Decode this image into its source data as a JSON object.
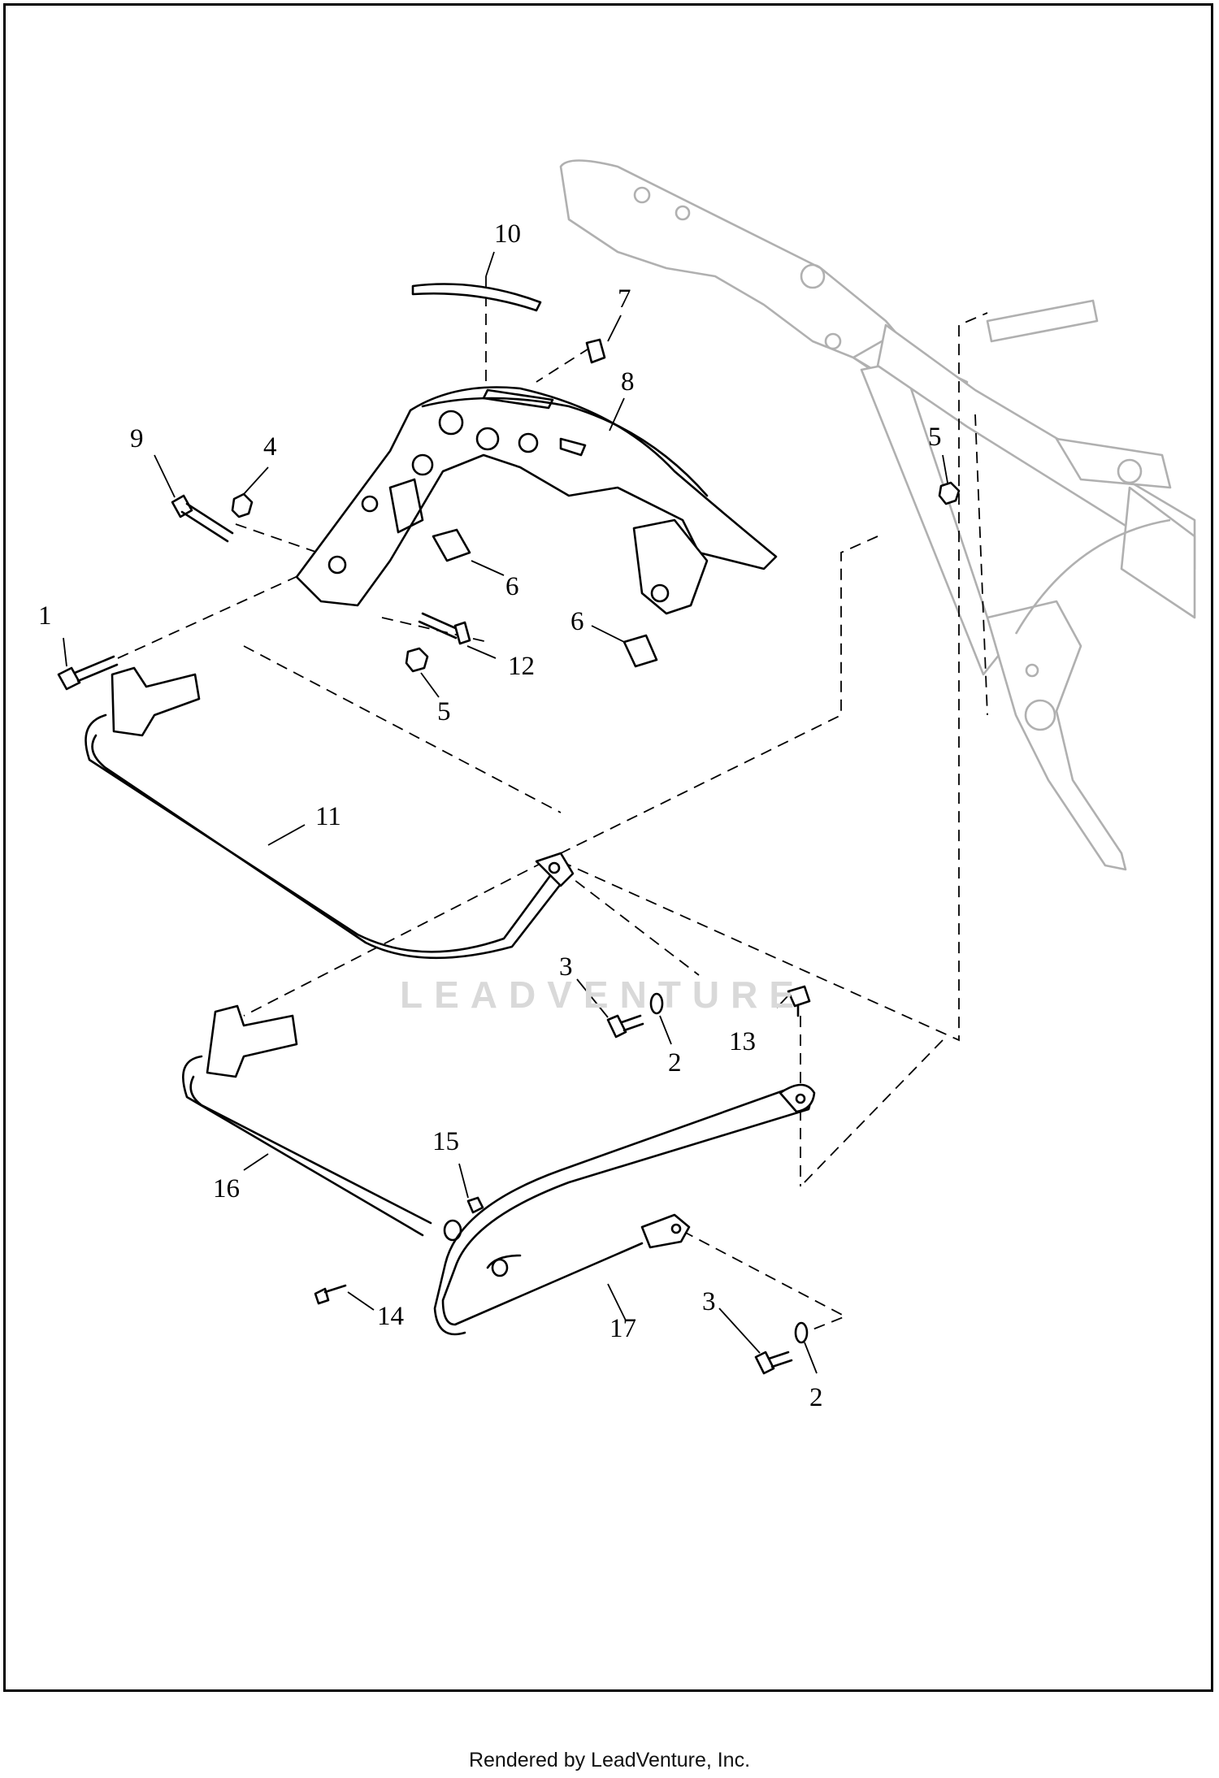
{
  "diagram": {
    "callouts": [
      {
        "id": "c1",
        "label": "1"
      },
      {
        "id": "c2a",
        "label": "2"
      },
      {
        "id": "c2b",
        "label": "2"
      },
      {
        "id": "c3a",
        "label": "3"
      },
      {
        "id": "c3b",
        "label": "3"
      },
      {
        "id": "c4",
        "label": "4"
      },
      {
        "id": "c5a",
        "label": "5"
      },
      {
        "id": "c5b",
        "label": "5"
      },
      {
        "id": "c6a",
        "label": "6"
      },
      {
        "id": "c6b",
        "label": "6"
      },
      {
        "id": "c7",
        "label": "7"
      },
      {
        "id": "c8",
        "label": "8"
      },
      {
        "id": "c9",
        "label": "9"
      },
      {
        "id": "c10",
        "label": "10"
      },
      {
        "id": "c11",
        "label": "11"
      },
      {
        "id": "c12",
        "label": "12"
      },
      {
        "id": "c13",
        "label": "13"
      },
      {
        "id": "c14",
        "label": "14"
      },
      {
        "id": "c15",
        "label": "15"
      },
      {
        "id": "c16",
        "label": "16"
      },
      {
        "id": "c17",
        "label": "17"
      }
    ],
    "watermark": "LEADVENTURE"
  },
  "footer": {
    "text": "Rendered by LeadVenture, Inc."
  }
}
